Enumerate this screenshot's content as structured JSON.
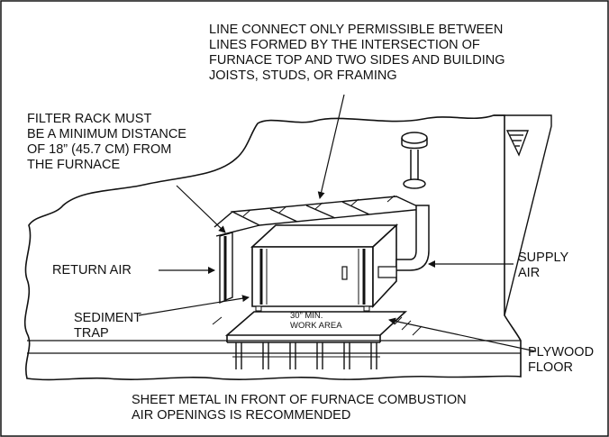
{
  "labels": {
    "line_connect": "LINE CONNECT ONLY PERMISSIBLE BETWEEN\nLINES FORMED BY THE INTERSECTION OF\nFURNACE TOP AND TWO SIDES AND BUILDING\nJOISTS, STUDS, OR FRAMING",
    "filter_rack": "FILTER RACK MUST\nBE A MINIMUM DISTANCE\nOF 18” (45.7 CM) FROM\nTHE FURNACE",
    "return_air": "RETURN AIR",
    "supply_air": "SUPPLY\nAIR",
    "sediment_trap": "SEDIMENT\nTRAP",
    "work_area": "30” MIN.\nWORK AREA",
    "plywood_floor": "PLYWOOD\nFLOOR",
    "sheet_metal": "SHEET METAL IN FRONT OF FURNACE COMBUSTION\nAIR OPENINGS IS RECOMMENDED"
  },
  "colors": {
    "line": "#111111",
    "background": "#ffffff"
  }
}
